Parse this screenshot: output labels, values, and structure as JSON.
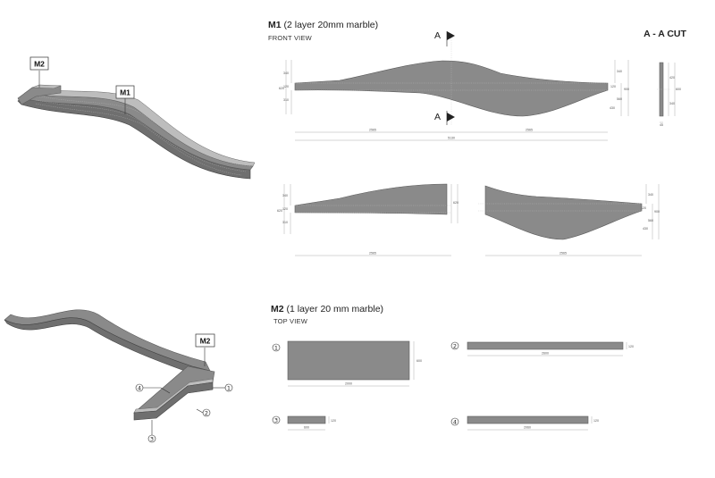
{
  "m1": {
    "title_code": "M1",
    "title_rest": " (2 layer 20mm marble)",
    "view": "FRONT VIEW",
    "section_title": "A - A CUT",
    "section_marker": "A",
    "dims_front": {
      "h_total": "620",
      "h_top": "340",
      "h_left": "120",
      "h_low": "310",
      "h_right_top": "340",
      "h_right_mid": "120",
      "h_right_low": "560",
      "h_right_total": "900",
      "h_right_bot": "430",
      "w_left": "2565",
      "w_right": "2565",
      "w_total": "5130"
    },
    "dims_cut": {
      "a": "420",
      "b": "340",
      "c": "600",
      "d": "45"
    },
    "dims_lower_left": {
      "h1": "340",
      "h2": "120",
      "h3": "310",
      "h_total": "620",
      "w": "2565"
    },
    "dims_lower_right": {
      "h1": "340",
      "h2": "120",
      "h3": "560",
      "h4": "430",
      "h_total": "900",
      "w": "2565"
    }
  },
  "m2": {
    "title_code": "M2",
    "title_rest": " (1 layer 20 mm marble)",
    "view": "TOP VIEW",
    "parts": [
      {
        "num": "1",
        "w": "2000",
        "h": "600"
      },
      {
        "num": "2",
        "w": "2600",
        "h": "120"
      },
      {
        "num": "3",
        "w": "600",
        "h": "120"
      },
      {
        "num": "4",
        "w": "2060",
        "h": "120"
      }
    ]
  },
  "tags": {
    "m1": "M1",
    "m2": "M2"
  },
  "callouts": [
    "1",
    "2",
    "3",
    "4"
  ]
}
